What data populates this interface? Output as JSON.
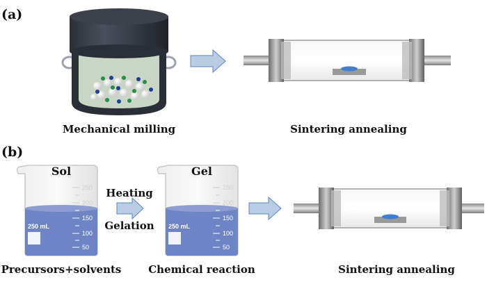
{
  "panels": {
    "a": "(a)",
    "b": "(b)"
  },
  "captions": {
    "milling": "Mechanical milling",
    "sintering_a": "Sintering  annealing",
    "precursors": "Precursors+solvents",
    "reaction": "Chemical reaction",
    "sintering_b": "Sintering  annealing"
  },
  "beakers": {
    "sol": {
      "label": "Sol",
      "volume": "250 mL",
      "ticks": [
        "250",
        "200",
        "150",
        "100",
        "50"
      ]
    },
    "gel": {
      "label": "Gel",
      "volume": "250 mL",
      "ticks": [
        "250",
        "200",
        "150",
        "100",
        "50"
      ]
    }
  },
  "process_step": {
    "top": "Heating",
    "bottom": "Gelation"
  },
  "colors": {
    "jar_dark": "#2a2e36",
    "jar_liquid": "#c9d6c6",
    "arrow_fill": "#b8cce4",
    "arrow_stroke": "#5b86bf",
    "beaker_liquid": "#6e84c4",
    "tube_metal": "#8c8c8c",
    "sample": "#3d7fd1"
  }
}
